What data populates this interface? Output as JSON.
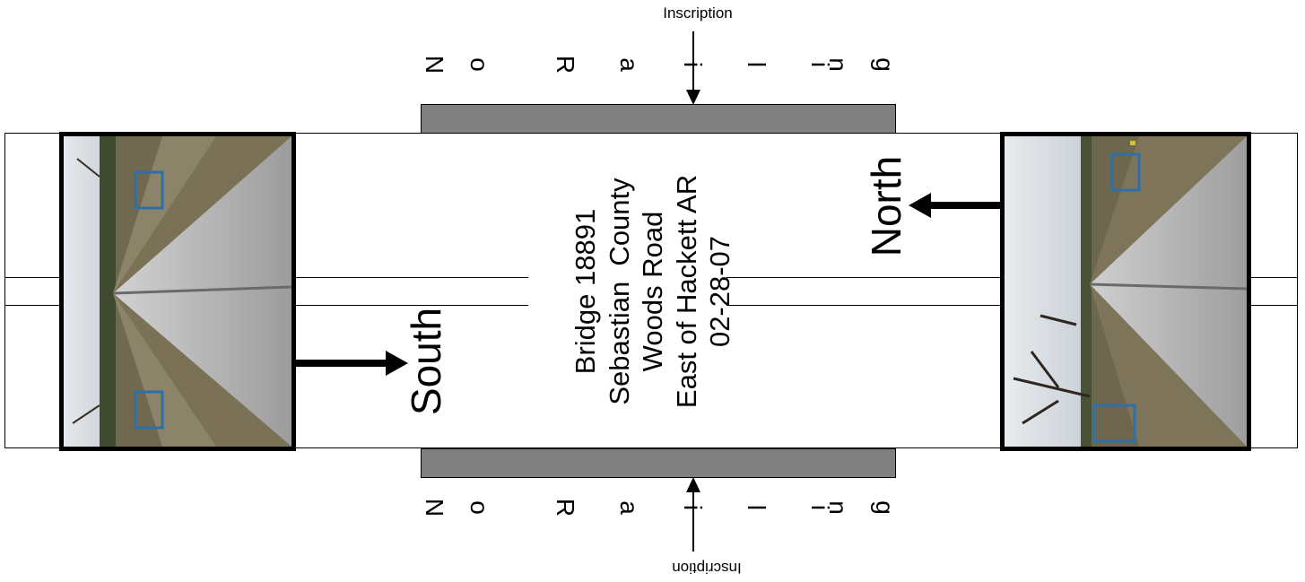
{
  "inscription_top": "Inscription",
  "inscription_bottom": "Inscription",
  "rail_top_letters": [
    "N",
    "o",
    "R",
    "a",
    "i",
    "l",
    "i",
    "n",
    "g"
  ],
  "rail_bottom_letters": [
    "N",
    "o",
    "R",
    "a",
    "i",
    "l",
    "i",
    "n",
    "g"
  ],
  "bridge_info": {
    "line1": "Bridge 18891",
    "line2": "Sebastian  County",
    "line3": "Woods Road",
    "line4": "East of Hackett AR",
    "line5": "02-28-07"
  },
  "direction_south": "South",
  "direction_north": "North",
  "colors": {
    "rail": "#808080",
    "line": "#000000",
    "background": "#ffffff"
  }
}
